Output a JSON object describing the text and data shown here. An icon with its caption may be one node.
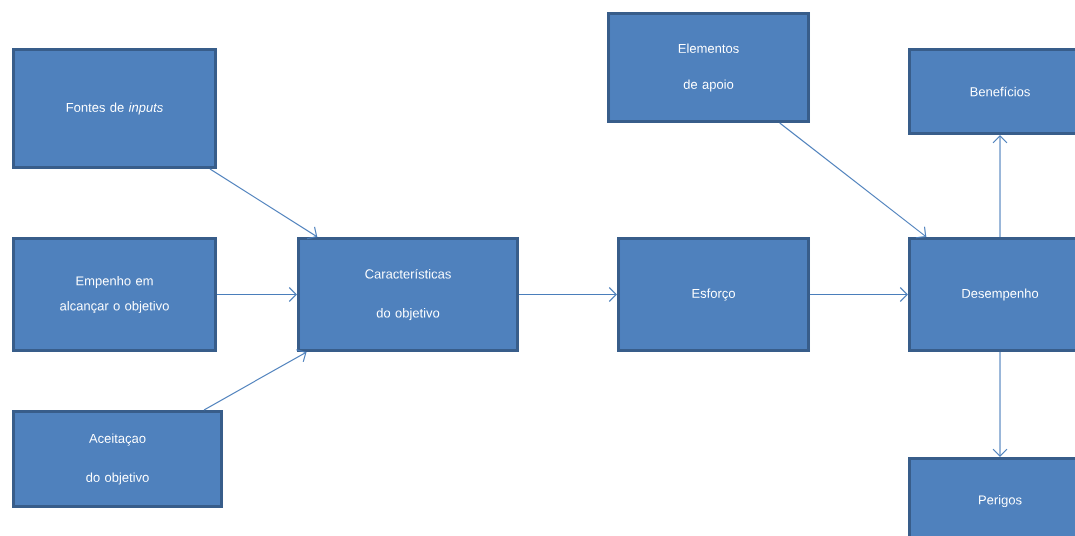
{
  "diagram": {
    "nodes": [
      {
        "text": [
          "Fontes de *inputs*"
        ]
      },
      {
        "text": [
          "Elementos de apoio"
        ]
      },
      {
        "text": [
          "Benefícios"
        ]
      },
      {
        "text": [
          "Empenho em alcançar o objetivo"
        ]
      },
      {
        "text": [
          "Características do objetivo"
        ]
      },
      {
        "text": [
          "Esforço"
        ]
      },
      {
        "text": [
          "Desempenho"
        ]
      },
      {
        "text": [
          "Aceitaçao do objetivo"
        ]
      },
      {
        "text": [
          "Perigos"
        ]
      }
    ],
    "edges": [
      {
        "from": 0,
        "to": 4,
        "arrow": "to"
      },
      {
        "from": 3,
        "to": 4,
        "arrow": "to"
      },
      {
        "from": 7,
        "to": 4,
        "arrow": "to"
      },
      {
        "from": 4,
        "to": 5,
        "arrow": "to"
      },
      {
        "from": 1,
        "to": 6,
        "arrow": "to"
      },
      {
        "from": 5,
        "to": 6,
        "arrow": "to"
      },
      {
        "from": 6,
        "to": 2,
        "arrow": "to"
      },
      {
        "from": 6,
        "to": 8,
        "arrow": "to"
      }
    ]
  }
}
